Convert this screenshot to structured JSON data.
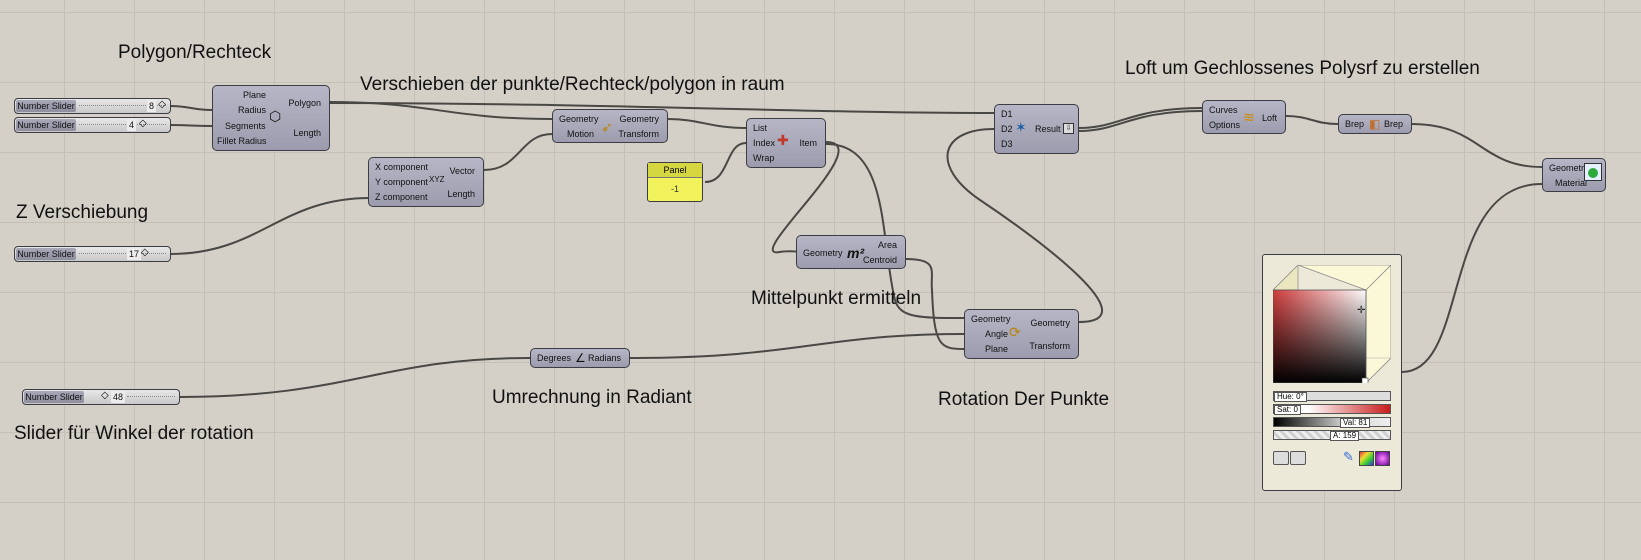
{
  "labels": {
    "polygon": "Polygon/Rechteck",
    "move": "Verschieben der punkte/Rechteck/polygon in raum",
    "loft": "Loft um Gechlossenes Polysrf zu erstellen",
    "zmove": "Z Verschiebung",
    "center": "Mittelpunkt ermitteln",
    "convert": "Umrechnung in Radiant",
    "rotation": "Rotation Der Punkte",
    "slider_angle": "Slider für Winkel der rotation"
  },
  "sliders": [
    {
      "label": "Number Slider",
      "value": "8"
    },
    {
      "label": "Number Slider",
      "value": "4"
    },
    {
      "label": "Number Slider",
      "value": "17"
    },
    {
      "label": "Number Slider",
      "value": "48"
    }
  ],
  "polygon": {
    "in": [
      "Plane",
      "Radius",
      "Segments",
      "Fillet Radius"
    ],
    "out": [
      "Polygon",
      "Length"
    ]
  },
  "move": {
    "in": [
      "Geometry",
      "Motion"
    ],
    "out": [
      "Geometry",
      "Transform"
    ]
  },
  "vector": {
    "in": [
      "X component",
      "Y component",
      "Z component"
    ],
    "out": [
      "Vector",
      "Length"
    ],
    "icon": "XYZ"
  },
  "panel": {
    "title": "Panel",
    "value": "-1"
  },
  "listitem": {
    "in": [
      "List",
      "Index",
      "Wrap"
    ],
    "out": [
      "Item"
    ]
  },
  "area": {
    "in": [
      "Geometry"
    ],
    "out": [
      "Area",
      "Centroid"
    ],
    "icon": "m²"
  },
  "rotate": {
    "in": [
      "Geometry",
      "Angle",
      "Plane"
    ],
    "out": [
      "Geometry",
      "Transform"
    ]
  },
  "radians": {
    "in": [
      "Degrees"
    ],
    "out": [
      "Radians"
    ]
  },
  "merge": {
    "in": [
      "D1",
      "D2",
      "D3"
    ],
    "out": [
      "Result"
    ]
  },
  "loft": {
    "in": [
      "Curves",
      "Options"
    ],
    "out": [
      "Loft"
    ]
  },
  "brep": {
    "in": [
      "Brep"
    ],
    "out": [
      "Brep"
    ]
  },
  "preview": {
    "in": [
      "Geometry",
      "Material"
    ]
  },
  "swatch": {
    "hue": "Hue: 0°",
    "sat": "Sat: 0",
    "val": "Val: 81",
    "alpha": "A: 159"
  },
  "colors": {
    "canvas": "#d4d0c8",
    "component": "#a8a8ba",
    "panel": "#f2f25c",
    "wire": "#4a4844"
  }
}
